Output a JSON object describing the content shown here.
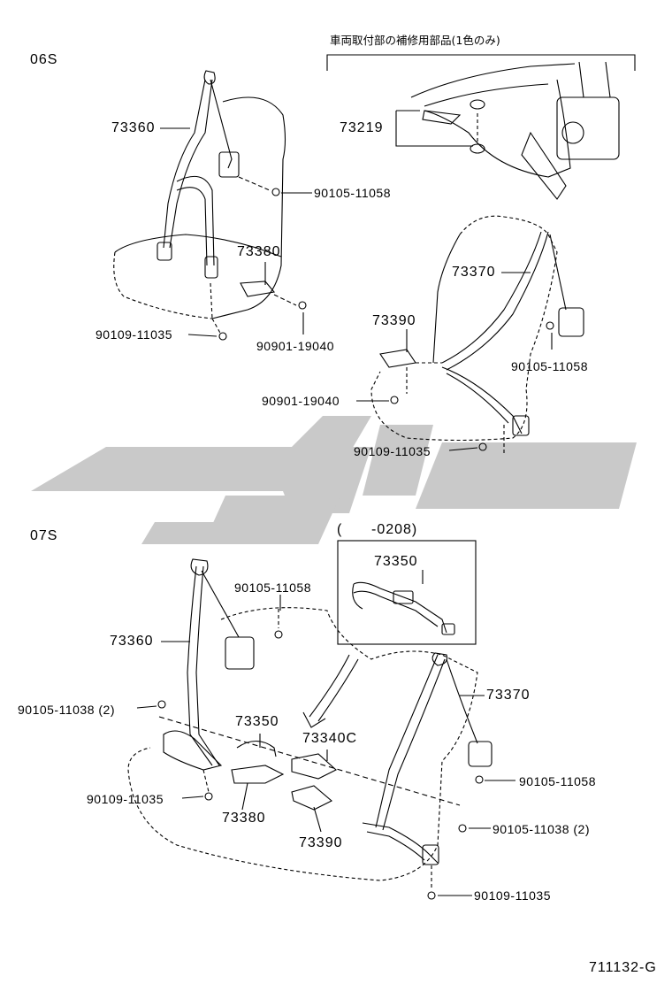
{
  "sections": {
    "top_variant": "06S",
    "bottom_variant": "07S"
  },
  "note_jp": "車両取付部の補修用部品(1色のみ)",
  "date_range": "(      -0208)",
  "drawing_number": "711132-G",
  "parts": {
    "p73360_a": "73360",
    "p73219": "73219",
    "p90105_11058_a": "90105-11058",
    "p73380_a": "73380",
    "p90109_11035_a": "90109-11035",
    "p90901_19040_a": "90901-19040",
    "p73370_a": "73370",
    "p73390_a": "73390",
    "p90105_11058_b": "90105-11058",
    "p90901_19040_b": "90901-19040",
    "p90109_11035_b": "90109-11035",
    "p73350_box": "73350",
    "p90105_11058_c": "90105-11058",
    "p73360_b": "73360",
    "p73370_b": "73370",
    "p90105_11038_a": "90105-11038 (2)",
    "p73350": "73350",
    "p73340c": "73340C",
    "p90105_11058_d": "90105-11058",
    "p90109_11035_c": "90109-11035",
    "p73380_b": "73380",
    "p90105_11038_b": "90105-11038 (2)",
    "p73390_b": "73390",
    "p90109_11035_d": "90109-11035"
  },
  "watermark": {
    "color": "#c8c8c8"
  }
}
